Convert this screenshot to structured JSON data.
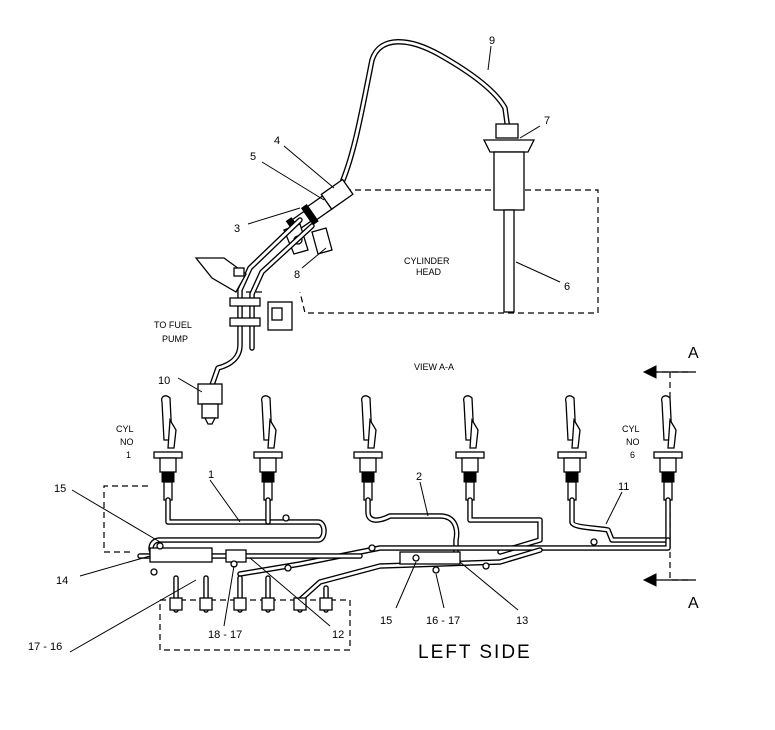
{
  "callouts": {
    "c1": "1",
    "c2": "2",
    "c3": "3",
    "c4": "4",
    "c5": "5",
    "c6": "6",
    "c7": "7",
    "c8": "8",
    "c9": "9",
    "c10": "10",
    "c11": "11",
    "c12": "12",
    "c13": "13",
    "c14": "14",
    "c15a": "15",
    "c15b": "15",
    "c16_17": "16 - 17",
    "c17_16": "17 - 16",
    "c18_17": "18 - 17"
  },
  "labels": {
    "cylinder_head_line1": "CYLINDER",
    "cylinder_head_line2": "HEAD",
    "to_fuel_pump_line1": "TO FUEL",
    "to_fuel_pump_line2": "PUMP",
    "view_aa": "VIEW A-A",
    "cyl1_line1": "CYL",
    "cyl1_line2": "NO",
    "cyl1_line3": "1",
    "cyl6_line1": "CYL",
    "cyl6_line2": "NO",
    "cyl6_line3": "6",
    "section_a_top": "A",
    "section_a_bottom": "A",
    "left_side": "LEFT SIDE"
  }
}
